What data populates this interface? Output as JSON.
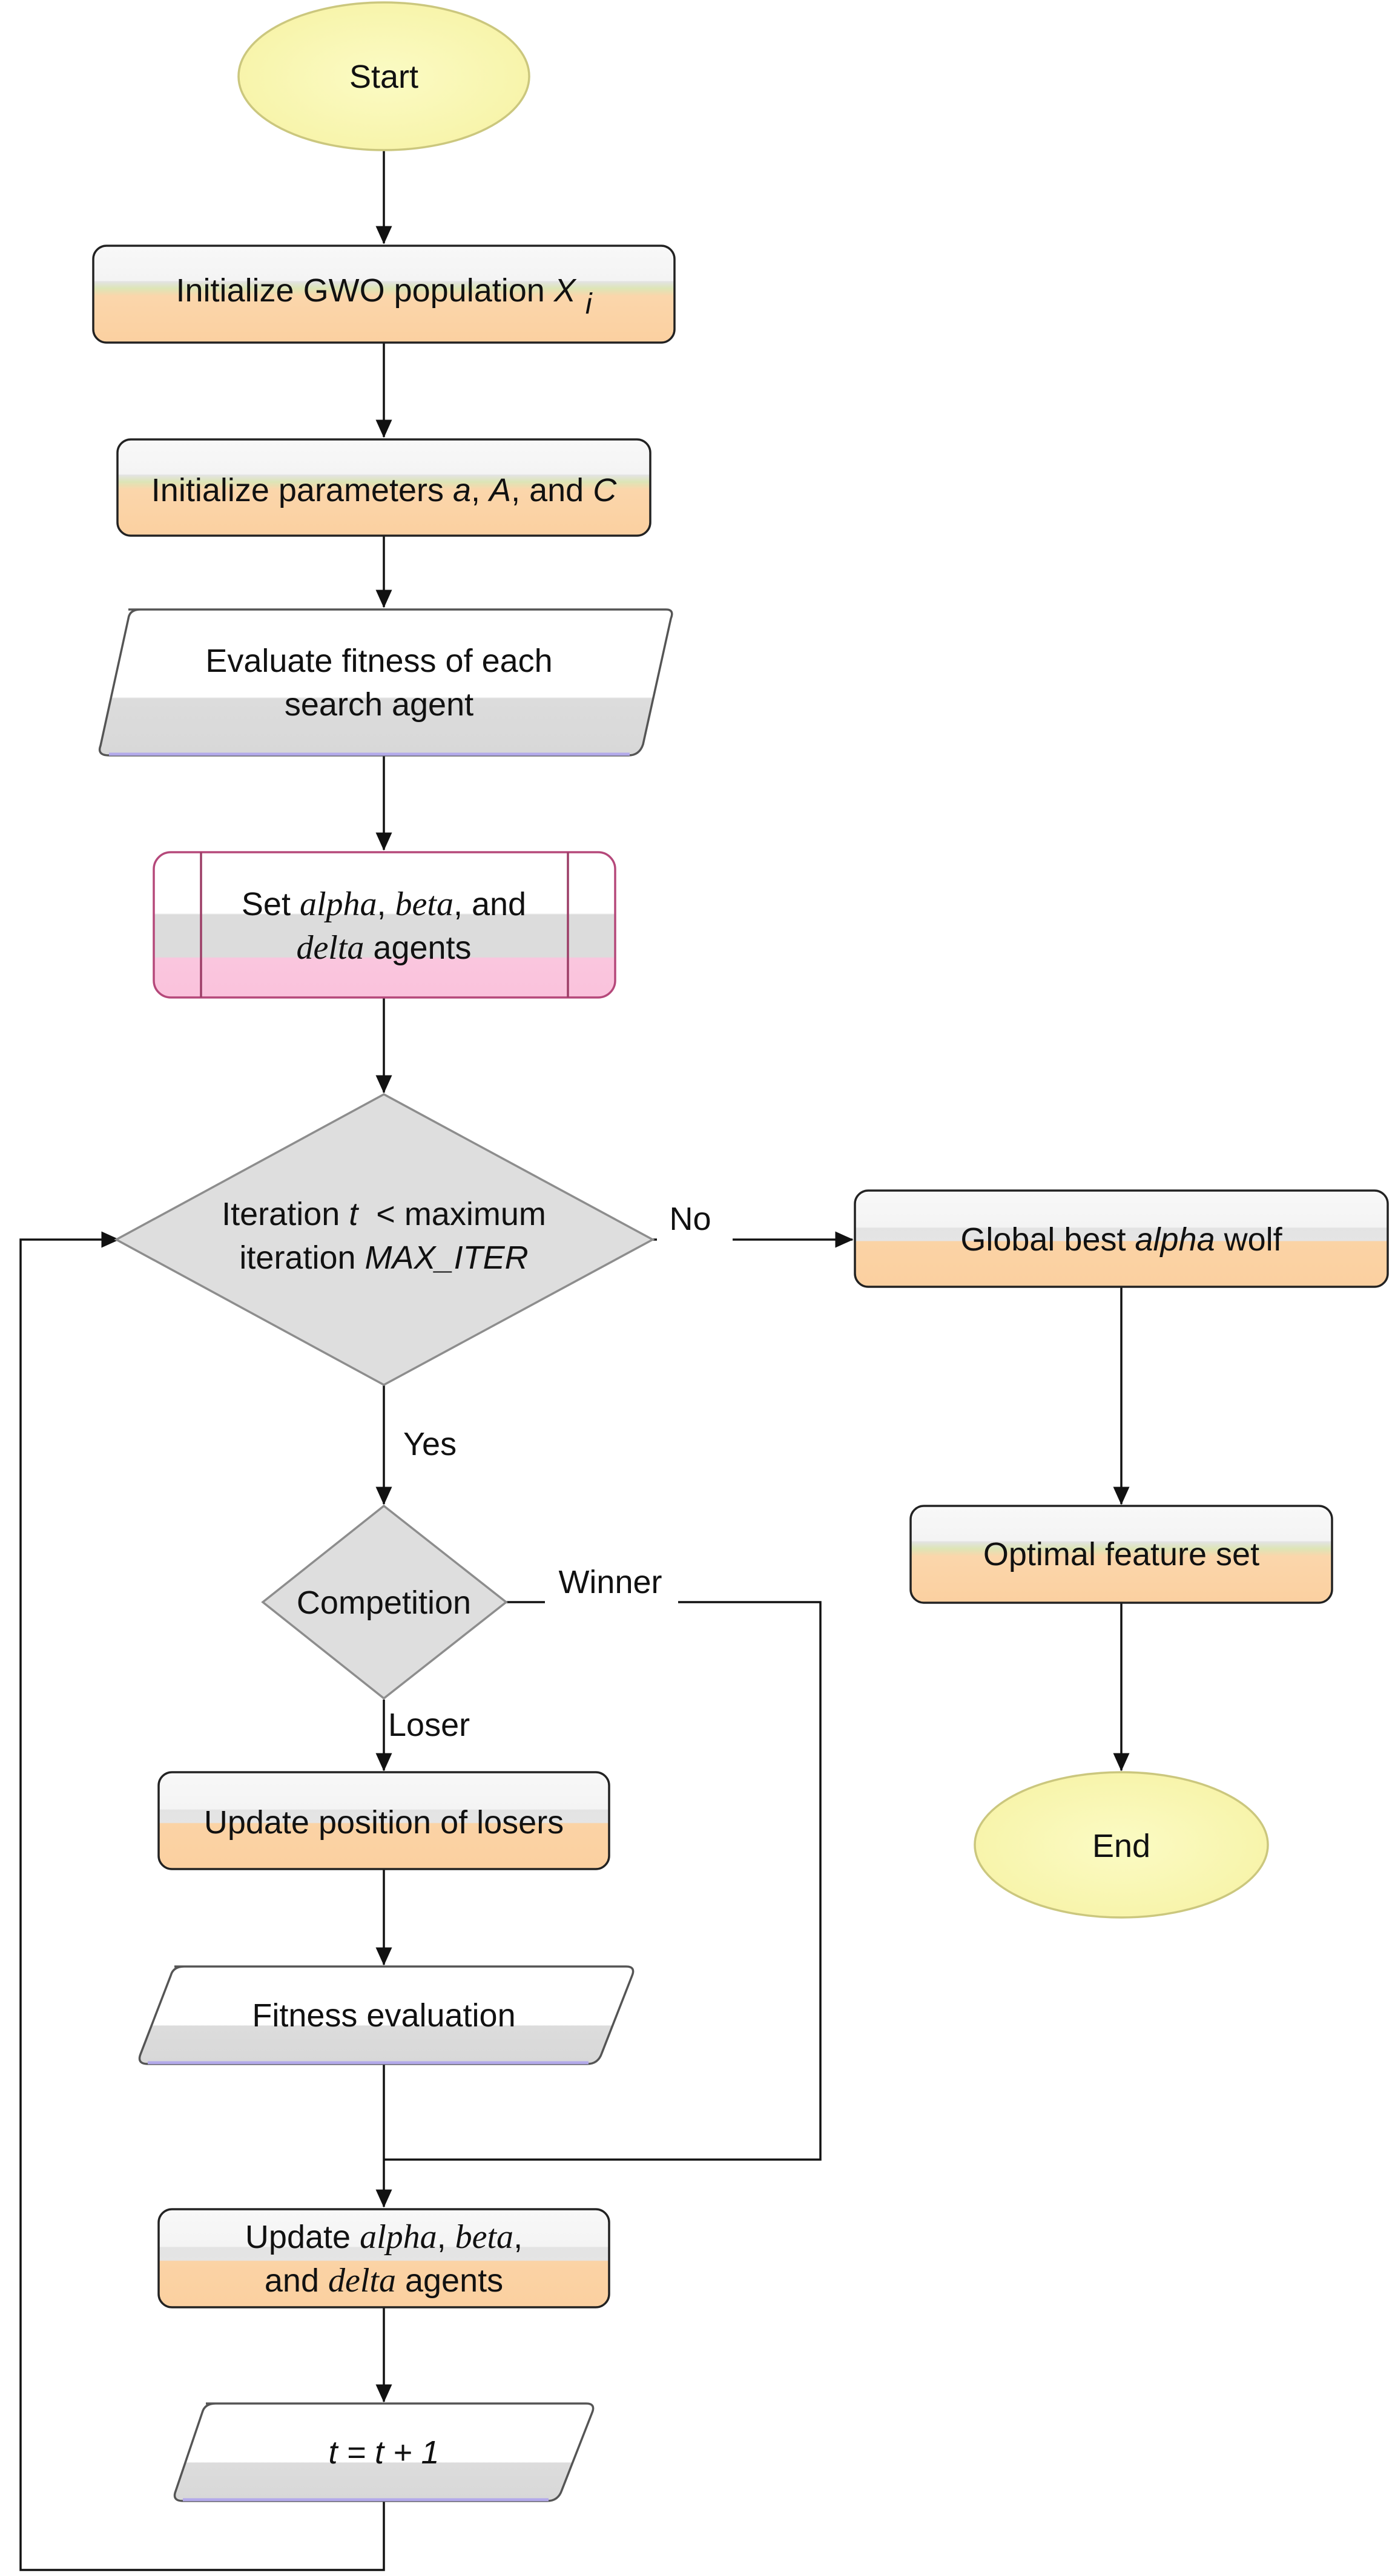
{
  "colors": {
    "terminator_fill": "#fafab6",
    "terminator_stroke": "#c9c77a",
    "process_light": "#f7f7f7",
    "process_mid": "#e2e2e2",
    "process_accent_band": "#dfe7b7",
    "process_orange": "#fbd3a6",
    "io_fill": "#ffffff",
    "io_band": "#dcdcdc",
    "io_bottom_line": "#b9b1ea",
    "predefined_band": "#dadada",
    "predefined_pink": "#fac6de",
    "predefined_stroke": "#b5487a",
    "decision_fill": "#dedede",
    "decision_stroke": "#8d8d8d",
    "edge": "#111111"
  },
  "nodes": {
    "start": {
      "shape": "terminator",
      "text": "Start"
    },
    "init_population": {
      "shape": "process",
      "prefix": "Initialize GWO population ",
      "var": "X",
      "sub": "i"
    },
    "init_params": {
      "shape": "process",
      "prefix": "Initialize parameters ",
      "a": "a",
      "sep1": ", ",
      "A": "A",
      "sep2": ", and ",
      "C": "C"
    },
    "evaluate": {
      "shape": "data",
      "line1": "Evaluate fitness of each",
      "line2": "search agent"
    },
    "set_agents": {
      "shape": "predefined-process",
      "set": "Set ",
      "alpha": "alpha",
      "c1": ", ",
      "beta": "beta",
      "c2": ", and",
      "delta": "delta",
      "agents": " agents"
    },
    "iteration_check": {
      "shape": "decision",
      "l1a": "Iteration ",
      "t": "t",
      "l1b": "  < maximum",
      "l2a": "iteration ",
      "max": "MAX_ITER"
    },
    "competition": {
      "shape": "decision",
      "text": "Competition"
    },
    "update_losers": {
      "shape": "process",
      "text": "Update position of losers"
    },
    "fitness_eval": {
      "shape": "data",
      "text": "Fitness evaluation"
    },
    "update_agents": {
      "shape": "process",
      "u": "Update ",
      "alpha": "alpha",
      "c1": ", ",
      "beta": "beta",
      "c2": ",",
      "and": "and ",
      "delta": "delta",
      "agents": " agents"
    },
    "increment": {
      "shape": "data",
      "text": "t = t + 1"
    },
    "global_best": {
      "shape": "process",
      "g1": "Global best ",
      "alpha": "alpha",
      "g2": " wolf"
    },
    "optimal": {
      "shape": "process",
      "text": "Optimal feature set"
    },
    "end": {
      "shape": "terminator",
      "text": "End"
    }
  },
  "edge_labels": {
    "no": "No",
    "yes": "Yes",
    "winner": "Winner",
    "loser": "Loser"
  }
}
